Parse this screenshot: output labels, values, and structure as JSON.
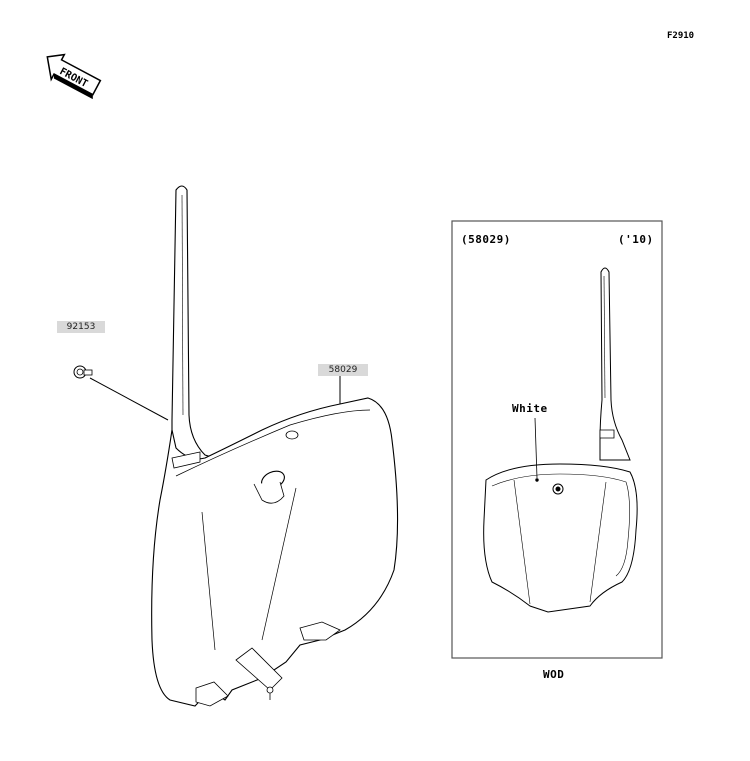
{
  "figure": {
    "code": "F2910"
  },
  "front_arrow": {
    "label": "FRONT"
  },
  "parts": [
    {
      "number": "92153"
    },
    {
      "number": "58029"
    }
  ],
  "inset": {
    "part_ref": "(58029)",
    "year": "('10)",
    "color_note": "White",
    "model": "WOD"
  },
  "colors": {
    "line": "#000000",
    "label_bg": "#d9d9d9",
    "box_border": "#555555"
  }
}
